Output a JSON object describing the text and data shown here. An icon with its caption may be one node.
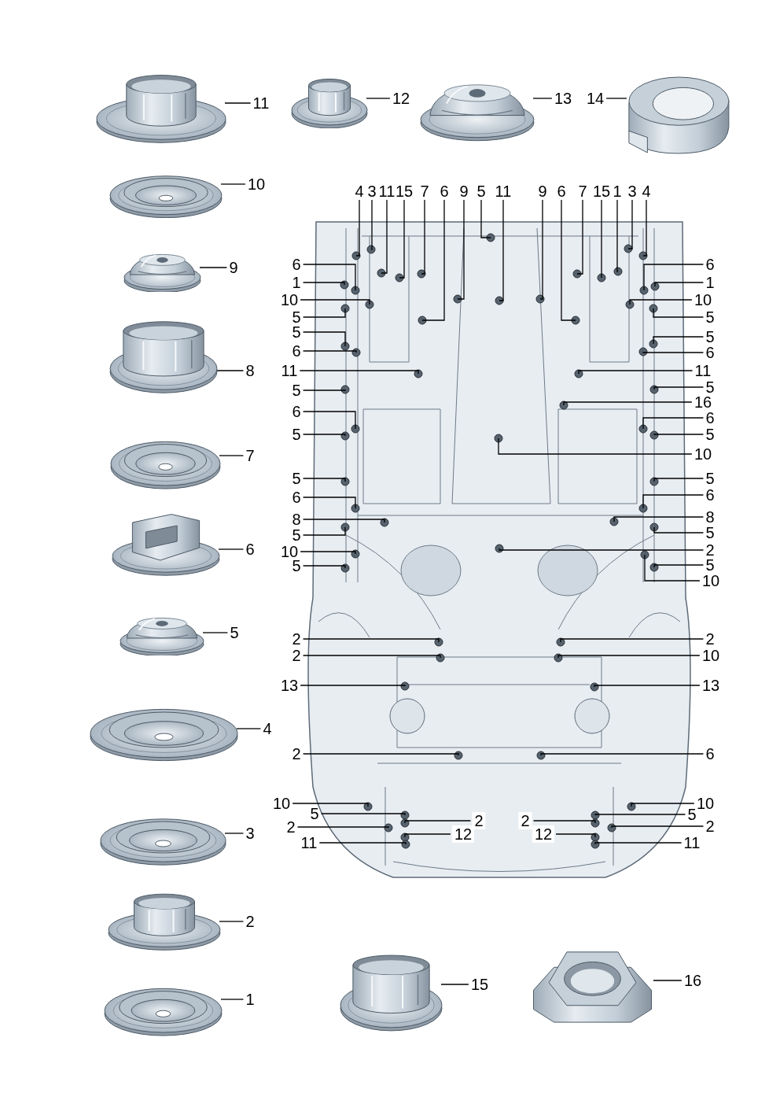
{
  "diagram": {
    "nodes": [
      {
        "text": [],
        "shape": "picture"
      },
      {
        "text": [
          "11"
        ]
      },
      {
        "text": [],
        "shape": "picture"
      },
      {
        "text": [
          "12"
        ]
      },
      {
        "text": [],
        "shape": "picture"
      },
      {
        "text": [
          "13"
        ]
      },
      {
        "text": [],
        "shape": "picture"
      },
      {
        "text": [
          "14"
        ]
      },
      {
        "text": [],
        "shape": "picture"
      },
      {
        "text": [
          "10"
        ]
      },
      {
        "text": [],
        "shape": "picture"
      },
      {
        "text": [
          "9"
        ]
      },
      {
        "text": [],
        "shape": "picture"
      },
      {
        "text": [
          "8"
        ]
      },
      {
        "text": [],
        "shape": "picture"
      },
      {
        "text": [
          "7"
        ]
      },
      {
        "text": [],
        "shape": "picture"
      },
      {
        "text": [
          "6"
        ]
      },
      {
        "text": [],
        "shape": "picture"
      },
      {
        "text": [
          "5"
        ]
      },
      {
        "text": [],
        "shape": "picture"
      },
      {
        "text": [
          "4"
        ]
      },
      {
        "text": [],
        "shape": "picture"
      },
      {
        "text": [
          "3"
        ]
      },
      {
        "text": [],
        "shape": "picture"
      },
      {
        "text": [
          "2"
        ]
      },
      {
        "text": [],
        "shape": "picture"
      },
      {
        "text": [
          "1"
        ]
      },
      {
        "text": [],
        "shape": "picture"
      },
      {
        "text": [
          "15"
        ]
      },
      {
        "text": [],
        "shape": "picture"
      },
      {
        "text": [
          "16"
        ]
      },
      {
        "text": [
          "4"
        ]
      },
      {
        "text": [
          "3"
        ]
      },
      {
        "text": [
          "11"
        ]
      },
      {
        "text": [
          "15"
        ]
      },
      {
        "text": [
          "7"
        ]
      },
      {
        "text": [
          "6"
        ]
      },
      {
        "text": [
          "9"
        ]
      },
      {
        "text": [
          "5"
        ]
      },
      {
        "text": [
          "11"
        ]
      },
      {
        "text": [
          "9"
        ]
      },
      {
        "text": [
          "6"
        ]
      },
      {
        "text": [
          "7"
        ]
      },
      {
        "text": [
          "15"
        ]
      },
      {
        "text": [
          "1"
        ]
      },
      {
        "text": [
          "3"
        ]
      },
      {
        "text": [
          "4"
        ]
      },
      {
        "text": [
          "6"
        ]
      },
      {
        "text": [
          "1"
        ]
      },
      {
        "text": [
          "10"
        ]
      },
      {
        "text": [
          "5"
        ]
      },
      {
        "text": [
          "5"
        ]
      },
      {
        "text": [
          "6"
        ]
      },
      {
        "text": [
          "11"
        ]
      },
      {
        "text": [
          "5"
        ]
      },
      {
        "text": [
          "6"
        ]
      },
      {
        "text": [
          "5"
        ]
      },
      {
        "text": [
          "5"
        ]
      },
      {
        "text": [
          "6"
        ]
      },
      {
        "text": [
          "8"
        ]
      },
      {
        "text": [
          "5"
        ]
      },
      {
        "text": [
          "10"
        ]
      },
      {
        "text": [
          "5"
        ]
      },
      {
        "text": [
          "6"
        ]
      },
      {
        "text": [
          "1"
        ]
      },
      {
        "text": [
          "10"
        ]
      },
      {
        "text": [
          "5"
        ]
      },
      {
        "text": [
          "5"
        ]
      },
      {
        "text": [
          "6"
        ]
      },
      {
        "text": [
          "11"
        ]
      },
      {
        "text": [
          "5"
        ]
      },
      {
        "text": [
          "16"
        ]
      },
      {
        "text": [
          "6"
        ]
      },
      {
        "text": [
          "5"
        ]
      },
      {
        "text": [
          "10"
        ]
      },
      {
        "text": [
          "5"
        ]
      },
      {
        "text": [
          "6"
        ]
      },
      {
        "text": [
          "8"
        ]
      },
      {
        "text": [
          "5"
        ]
      },
      {
        "text": [
          "2"
        ]
      },
      {
        "text": [
          "5"
        ]
      },
      {
        "text": [
          "10"
        ]
      },
      {
        "text": [
          "2"
        ]
      },
      {
        "text": [
          "2"
        ]
      },
      {
        "text": [
          "13"
        ]
      },
      {
        "text": [
          "2"
        ]
      },
      {
        "text": [
          "2"
        ]
      },
      {
        "text": [
          "10"
        ]
      },
      {
        "text": [
          "13"
        ]
      },
      {
        "text": [
          "6"
        ]
      },
      {
        "text": [
          "10"
        ]
      },
      {
        "text": [
          "5"
        ]
      },
      {
        "text": [
          "2"
        ]
      },
      {
        "text": [
          "2"
        ]
      },
      {
        "text": [
          "12"
        ]
      },
      {
        "text": [
          "11"
        ]
      },
      {
        "text": [
          "10"
        ]
      },
      {
        "text": [
          "5"
        ]
      },
      {
        "text": [
          "2"
        ]
      },
      {
        "text": [
          "2"
        ]
      },
      {
        "text": [
          "12"
        ]
      },
      {
        "text": [
          "11"
        ]
      }
    ],
    "edges": [
      {
        "from": 1,
        "to": 0,
        "arrow": "none"
      },
      {
        "from": 3,
        "to": 2,
        "arrow": "none"
      },
      {
        "from": 5,
        "to": 4,
        "arrow": "none"
      },
      {
        "from": 7,
        "to": 6,
        "arrow": "none"
      },
      {
        "from": 9,
        "to": 8,
        "arrow": "none"
      },
      {
        "from": 11,
        "to": 10,
        "arrow": "none"
      },
      {
        "from": 13,
        "to": 12,
        "arrow": "none"
      },
      {
        "from": 15,
        "to": 14,
        "arrow": "none"
      },
      {
        "from": 17,
        "to": 16,
        "arrow": "none"
      },
      {
        "from": 19,
        "to": 18,
        "arrow": "none"
      },
      {
        "from": 21,
        "to": 20,
        "arrow": "none"
      },
      {
        "from": 23,
        "to": 22,
        "arrow": "none"
      },
      {
        "from": 25,
        "to": 24,
        "arrow": "none"
      },
      {
        "from": 27,
        "to": 26,
        "arrow": "none"
      },
      {
        "from": 29,
        "to": 28,
        "arrow": "none"
      },
      {
        "from": 31,
        "to": 30,
        "arrow": "none"
      },
      {
        "from": 32,
        "to": null,
        "arrow": "none"
      },
      {
        "from": 33,
        "to": null,
        "arrow": "none"
      },
      {
        "from": 34,
        "to": null,
        "arrow": "none"
      },
      {
        "from": 35,
        "to": null,
        "arrow": "none"
      },
      {
        "from": 36,
        "to": null,
        "arrow": "none"
      },
      {
        "from": 37,
        "to": null,
        "arrow": "none"
      },
      {
        "from": 38,
        "to": null,
        "arrow": "none"
      },
      {
        "from": 39,
        "to": null,
        "arrow": "none"
      },
      {
        "from": 40,
        "to": null,
        "arrow": "none"
      },
      {
        "from": 41,
        "to": null,
        "arrow": "none"
      },
      {
        "from": 42,
        "to": null,
        "arrow": "none"
      },
      {
        "from": 43,
        "to": null,
        "arrow": "none"
      },
      {
        "from": 44,
        "to": null,
        "arrow": "none"
      },
      {
        "from": 45,
        "to": null,
        "arrow": "none"
      },
      {
        "from": 46,
        "to": null,
        "arrow": "none"
      },
      {
        "from": 47,
        "to": null,
        "arrow": "none"
      },
      {
        "from": 48,
        "to": null,
        "arrow": "none"
      },
      {
        "from": 49,
        "to": null,
        "arrow": "none"
      },
      {
        "from": 50,
        "to": null,
        "arrow": "none"
      },
      {
        "from": 51,
        "to": null,
        "arrow": "none"
      },
      {
        "from": 52,
        "to": null,
        "arrow": "none"
      },
      {
        "from": 53,
        "to": null,
        "arrow": "none"
      },
      {
        "from": 54,
        "to": null,
        "arrow": "none"
      },
      {
        "from": 55,
        "to": null,
        "arrow": "none"
      },
      {
        "from": 56,
        "to": null,
        "arrow": "none"
      },
      {
        "from": 57,
        "to": null,
        "arrow": "none"
      },
      {
        "from": 58,
        "to": null,
        "arrow": "none"
      },
      {
        "from": 59,
        "to": null,
        "arrow": "none"
      },
      {
        "from": 60,
        "to": null,
        "arrow": "none"
      },
      {
        "from": 61,
        "to": null,
        "arrow": "none"
      },
      {
        "from": 62,
        "to": null,
        "arrow": "none"
      },
      {
        "from": 63,
        "to": null,
        "arrow": "none"
      },
      {
        "from": 64,
        "to": null,
        "arrow": "none"
      },
      {
        "from": 65,
        "to": null,
        "arrow": "none"
      },
      {
        "from": 66,
        "to": null,
        "arrow": "none"
      },
      {
        "from": 67,
        "to": null,
        "arrow": "none"
      },
      {
        "from": 68,
        "to": null,
        "arrow": "none"
      },
      {
        "from": 69,
        "to": null,
        "arrow": "none"
      },
      {
        "from": 70,
        "to": null,
        "arrow": "none"
      },
      {
        "from": 71,
        "to": null,
        "arrow": "none"
      },
      {
        "from": 72,
        "to": null,
        "arrow": "none"
      },
      {
        "from": 73,
        "to": null,
        "arrow": "none"
      },
      {
        "from": 74,
        "to": null,
        "arrow": "none"
      },
      {
        "from": 75,
        "to": null,
        "arrow": "none"
      },
      {
        "from": 76,
        "to": null,
        "arrow": "none"
      },
      {
        "from": 77,
        "to": null,
        "arrow": "none"
      },
      {
        "from": 78,
        "to": null,
        "arrow": "none"
      },
      {
        "from": 79,
        "to": null,
        "arrow": "none"
      },
      {
        "from": 80,
        "to": null,
        "arrow": "none"
      },
      {
        "from": 81,
        "to": null,
        "arrow": "none"
      },
      {
        "from": 82,
        "to": null,
        "arrow": "none"
      },
      {
        "from": 83,
        "to": null,
        "arrow": "none"
      },
      {
        "from": 84,
        "to": null,
        "arrow": "none"
      },
      {
        "from": 85,
        "to": null,
        "arrow": "none"
      },
      {
        "from": 86,
        "to": null,
        "arrow": "none"
      },
      {
        "from": 87,
        "to": null,
        "arrow": "none"
      },
      {
        "from": 88,
        "to": null,
        "arrow": "none"
      },
      {
        "from": 89,
        "to": null,
        "arrow": "none"
      },
      {
        "from": 90,
        "to": null,
        "arrow": "none"
      },
      {
        "from": 91,
        "to": null,
        "arrow": "none"
      },
      {
        "from": 92,
        "to": null,
        "arrow": "none"
      },
      {
        "from": 93,
        "to": null,
        "arrow": "none"
      },
      {
        "from": 94,
        "to": null,
        "arrow": "none"
      },
      {
        "from": 95,
        "to": null,
        "arrow": "none"
      },
      {
        "from": 96,
        "to": null,
        "arrow": "none"
      },
      {
        "from": 97,
        "to": null,
        "arrow": "none"
      },
      {
        "from": 98,
        "to": null,
        "arrow": "none"
      },
      {
        "from": 99,
        "to": null,
        "arrow": "none"
      },
      {
        "from": 100,
        "to": null,
        "arrow": "none"
      },
      {
        "from": 101,
        "to": null,
        "arrow": "none"
      },
      {
        "from": 102,
        "to": null,
        "arrow": "none"
      }
    ]
  }
}
